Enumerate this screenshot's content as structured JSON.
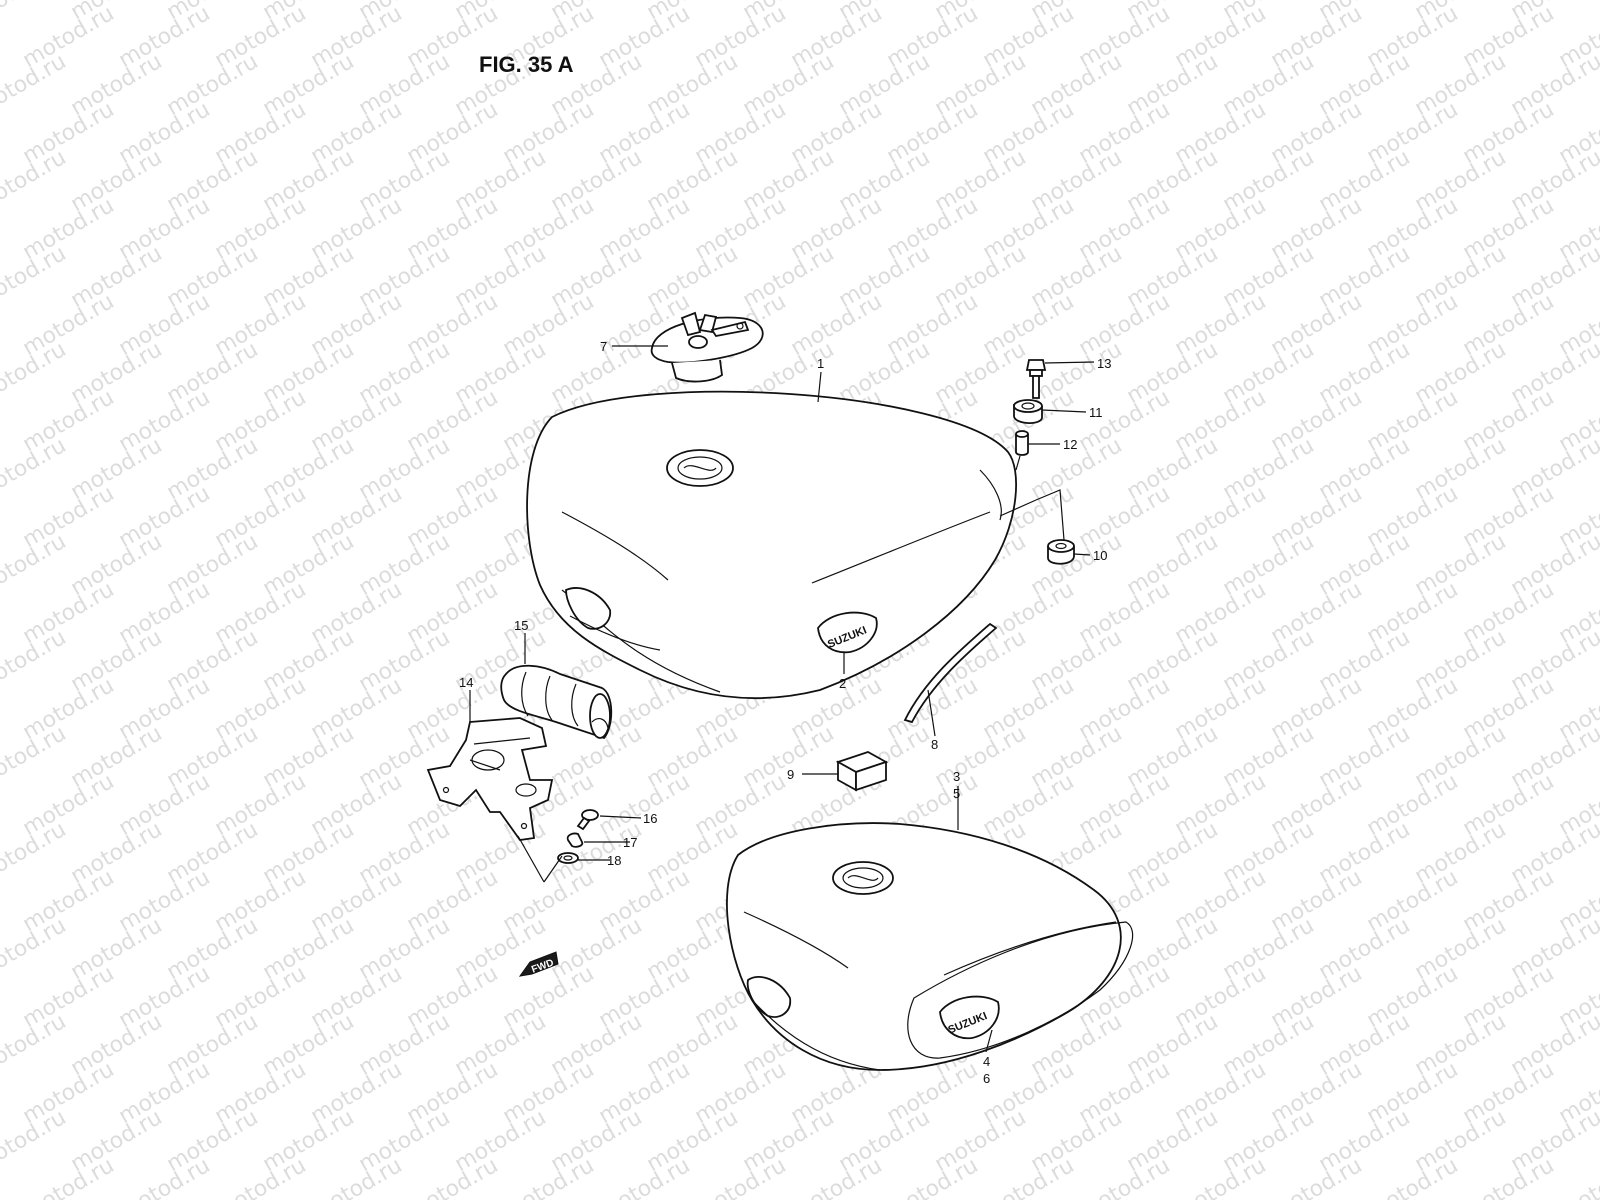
{
  "figure": {
    "title": "FIG. 35 A"
  },
  "watermark": {
    "text": "motod.ru",
    "color": "#dcdcdc"
  },
  "callouts": {
    "c1": "1",
    "c2": "2",
    "c3": "3",
    "c4": "4",
    "c5": "5",
    "c6": "6",
    "c7": "7",
    "c8": "8",
    "c9": "9",
    "c10": "10",
    "c11": "11",
    "c12": "12",
    "c13": "13",
    "c14": "14",
    "c15": "15",
    "c16": "16",
    "c17": "17",
    "c18": "18"
  },
  "arrow": {
    "label": "FWD"
  },
  "logo": {
    "text": "SUZUKI"
  },
  "colors": {
    "ink": "#111111",
    "background": "#ffffff"
  }
}
